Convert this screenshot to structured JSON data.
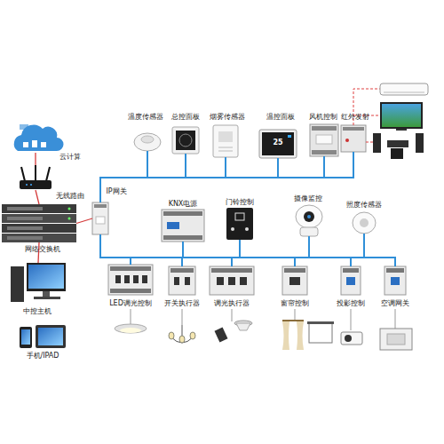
{
  "diagram": {
    "nodes": [
      {
        "text": [
          "温度传感器"
        ]
      },
      {
        "text": [
          "总控面板"
        ]
      },
      {
        "text": [
          "烟雾传感器"
        ]
      },
      {
        "text": [
          "温控面板"
        ]
      },
      {
        "text": [
          "风机控制"
        ]
      },
      {
        "text": [
          "红外发射"
        ]
      },
      {
        "text": [
          "云计算"
        ]
      },
      {
        "text": [
          "无线路由"
        ]
      },
      {
        "text": [
          "IP网关"
        ]
      },
      {
        "text": [
          "KNX电源"
        ]
      },
      {
        "text": [
          "门铃控制"
        ]
      },
      {
        "text": [
          "摄像监控"
        ]
      },
      {
        "text": [
          "照度传感器"
        ]
      },
      {
        "text": [
          "网络交换机"
        ]
      },
      {
        "text": [
          "中控主机"
        ]
      },
      {
        "text": [
          "LED调光控制"
        ]
      },
      {
        "text": [
          "开关执行器"
        ]
      },
      {
        "text": [
          "调光执行器"
        ]
      },
      {
        "text": [
          "窗帘控制"
        ]
      },
      {
        "text": [
          "投影控制"
        ]
      },
      {
        "text": [
          "空调网关"
        ]
      },
      {
        "text": [
          "手机/IPAD"
        ]
      }
    ],
    "edges": [
      {
        "from": 8,
        "to": 0,
        "arrow": "none"
      },
      {
        "from": 8,
        "to": 1,
        "arrow": "none"
      },
      {
        "from": 8,
        "to": 2,
        "arrow": "none"
      },
      {
        "from": 8,
        "to": 3,
        "arrow": "none"
      },
      {
        "from": 8,
        "to": 4,
        "arrow": "none"
      },
      {
        "from": 8,
        "to": 5,
        "arrow": "none"
      },
      {
        "from": 8,
        "to": 9,
        "arrow": "none"
      },
      {
        "from": 8,
        "to": 10,
        "arrow": "none"
      },
      {
        "from": 8,
        "to": 11,
        "arrow": "none"
      },
      {
        "from": 8,
        "to": 12,
        "arrow": "none"
      },
      {
        "from": 8,
        "to": 15,
        "arrow": "none"
      },
      {
        "from": 8,
        "to": 16,
        "arrow": "none"
      },
      {
        "from": 8,
        "to": 17,
        "arrow": "none"
      },
      {
        "from": 8,
        "to": 18,
        "arrow": "none"
      },
      {
        "from": 8,
        "to": 19,
        "arrow": "none"
      },
      {
        "from": 8,
        "to": 20,
        "arrow": "none"
      },
      {
        "from": 6,
        "to": 7,
        "arrow": "none"
      },
      {
        "from": 7,
        "to": 13,
        "arrow": "none"
      },
      {
        "from": 13,
        "to": 8,
        "arrow": "none"
      },
      {
        "from": 13,
        "to": 14,
        "arrow": "none"
      }
    ],
    "labels": [
      "25"
    ]
  }
}
